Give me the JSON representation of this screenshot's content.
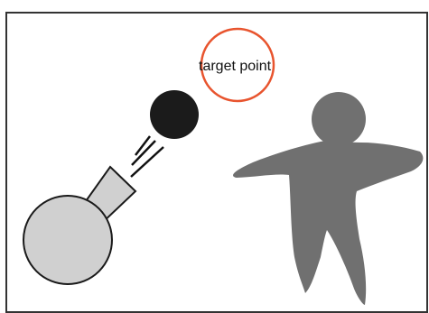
{
  "diagram": {
    "target_label": "target point",
    "colors": {
      "frame": "#333333",
      "background": "#ffffff",
      "target_ring": "#e8542e",
      "ball": "#1b1b1b",
      "cannon_fill": "#d0d0d0",
      "cannon_stroke": "#1a1a1a",
      "motion_lines": "#111111",
      "figure": "#707070",
      "label_text": "#111111"
    },
    "elements": [
      {
        "name": "frame",
        "kind": "border"
      },
      {
        "name": "target-point-ring",
        "kind": "circle-outline"
      },
      {
        "name": "cannonball",
        "kind": "filled-circle"
      },
      {
        "name": "motion-lines",
        "kind": "speed-lines"
      },
      {
        "name": "cannon",
        "kind": "round-base-with-barrel"
      },
      {
        "name": "human-figure",
        "kind": "silhouette"
      }
    ]
  }
}
